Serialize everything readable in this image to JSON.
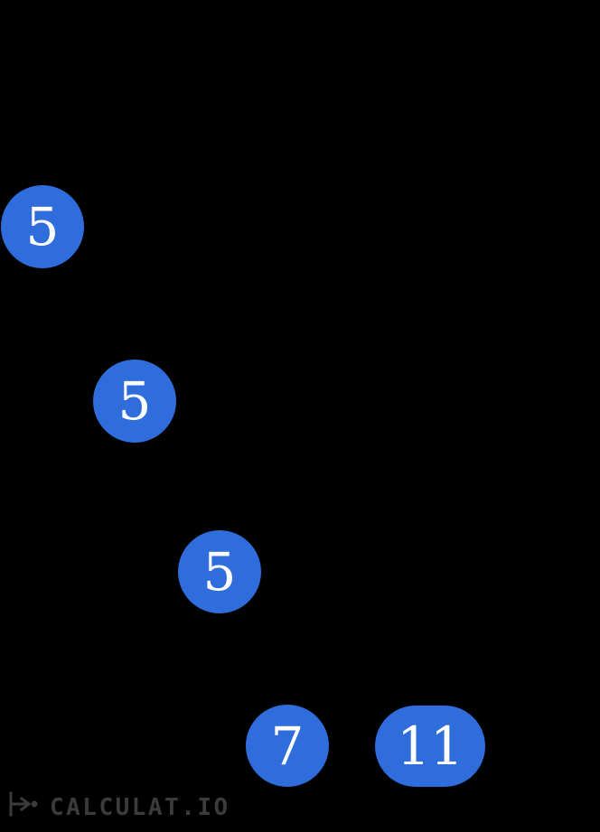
{
  "colors": {
    "background": "#000000",
    "node_fill": "#2e6ddb",
    "node_text": "#ffffff",
    "logo": "#3b3b3b"
  },
  "tree": {
    "type": "factor-tree",
    "visible_nodes": [
      {
        "label": "5"
      },
      {
        "label": "5"
      },
      {
        "label": "5"
      },
      {
        "label": "7"
      },
      {
        "label": "11"
      }
    ]
  },
  "footer": {
    "logo_text": "CALCULAT.IO",
    "logo_icon": "calculatio-branch-icon"
  }
}
